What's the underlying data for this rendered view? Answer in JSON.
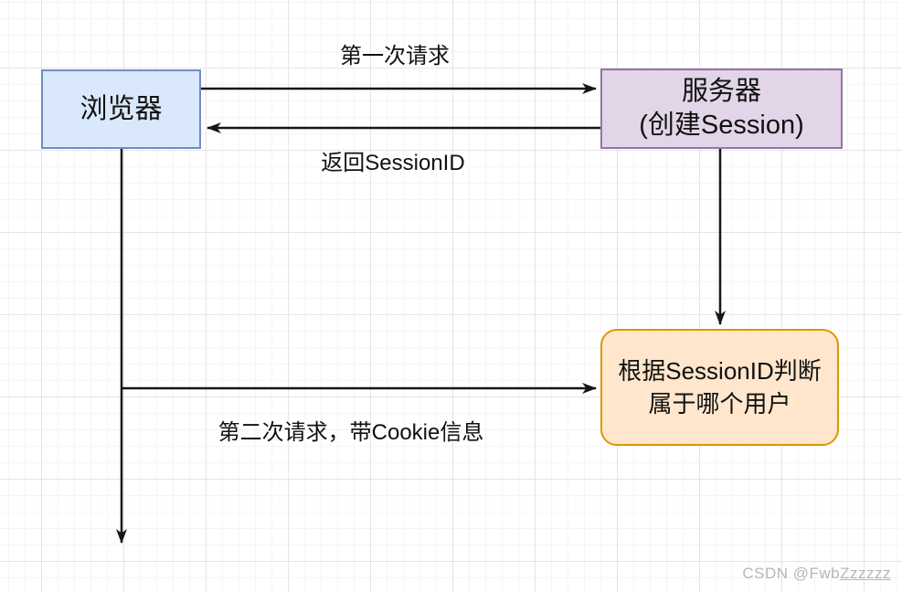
{
  "page": {
    "background": "#ffffff",
    "grid_minor_color": "#f7f4f8",
    "grid_major_color": "#e7e3e9",
    "watermark": {
      "full_text": "CSDN @FwbZzzzzz",
      "plain_part": "CSDN @Fwb",
      "underlined_part": "Zzzzzz",
      "color": "#b7b4bc"
    }
  },
  "nodes": {
    "browser": {
      "label": "浏览器",
      "fill": "#dae8fc",
      "border": "#6c8ebf"
    },
    "server": {
      "line1": "服务器",
      "line2": "(创建Session)",
      "fill": "#e1d5e7",
      "border": "#9673a6"
    },
    "session_lookup": {
      "line1": "根据SessionID判断",
      "line2": "属于哪个用户",
      "fill": "#ffe6cc",
      "border": "#d79b00"
    }
  },
  "edges": {
    "arrow_color": "#161616",
    "first_request": {
      "label": "第一次请求"
    },
    "return_session_id": {
      "label": "返回SessionID"
    },
    "second_request": {
      "label": "第二次请求，带Cookie信息"
    }
  }
}
